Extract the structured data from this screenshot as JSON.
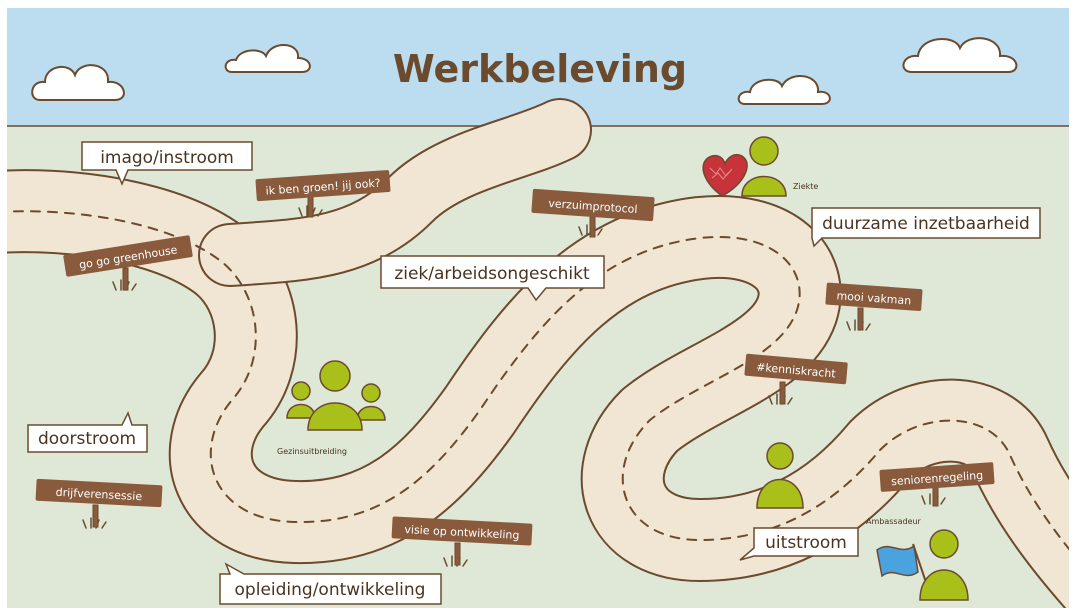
{
  "title": "Werkbeleving",
  "colors": {
    "sky": "#bcdcef",
    "grass": "#dfe8d7",
    "road": "#f1e6d3",
    "outline": "#6b4a2e",
    "sign": "#8a5a3c",
    "person": "#a9bf1a",
    "heart": "#c7333a",
    "flag": "#4aa3df"
  },
  "bubbles": {
    "imago": "imago/instroom",
    "ziek": "ziek/arbeidsongeschikt",
    "duurzame": "duurzame inzetbaarheid",
    "doorstroom": "doorstroom",
    "opleiding": "opleiding/ontwikkeling",
    "uitstroom": "uitstroom"
  },
  "signs": {
    "groen": "ik ben groen! jij ook?",
    "verzuim": "verzuimprotocol",
    "greenhouse": "go go greenhouse",
    "vakman": "mooi vakman",
    "kennis": "#kenniskracht",
    "drijfveren": "drijfverensessie",
    "visie": "visie op ontwikkeling",
    "senioren": "seniorenregeling"
  },
  "labels": {
    "ziekte": "Ziekte",
    "gezin": "Gezinsuitbreiding",
    "ambassadeur": "Ambassadeur"
  },
  "icons": {
    "cloud": "cloud-icon",
    "person": "person-icon",
    "heart": "heart-icon",
    "flag": "flag-icon",
    "grass": "grass-tuft-icon"
  }
}
